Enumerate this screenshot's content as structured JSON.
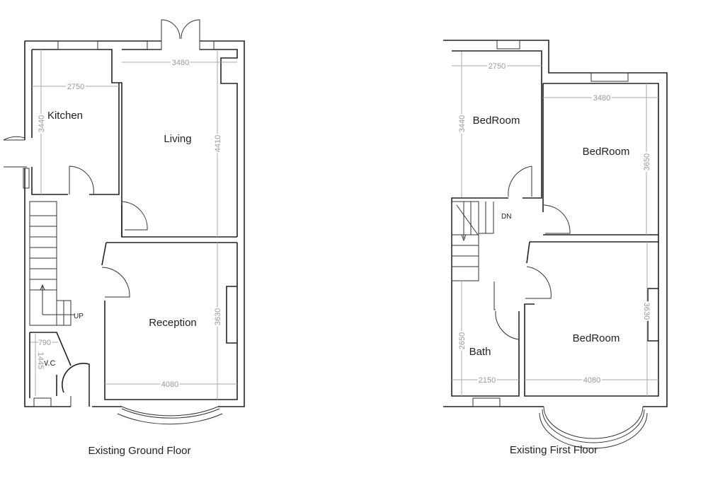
{
  "ground_floor": {
    "caption": "Existing Ground Floor",
    "rooms": {
      "kitchen": "Kitchen",
      "living": "Living",
      "reception": "Reception",
      "wc": "W.C"
    },
    "stair_label": "UP",
    "dimensions": {
      "kitchen_width": "2750",
      "kitchen_depth": "3440",
      "living_width": "3480",
      "living_depth": "4410",
      "reception_depth": "3630",
      "reception_width": "4080",
      "wc_width": "790",
      "wc_depth": "1445"
    }
  },
  "first_floor": {
    "caption": "Existing First Floor",
    "rooms": {
      "bedroom_rear_left": "BedRoom",
      "bedroom_rear_right": "BedRoom",
      "bedroom_front": "BedRoom",
      "bath": "Bath"
    },
    "stair_label": "DN",
    "dimensions": {
      "bedroom1_width": "2750",
      "bedroom1_depth": "3440",
      "bedroom2_width": "3480",
      "bedroom2_depth": "3650",
      "bedroom3_depth": "3630",
      "bedroom3_width": "4080",
      "bath_depth": "2650",
      "bath_width": "2150"
    }
  }
}
